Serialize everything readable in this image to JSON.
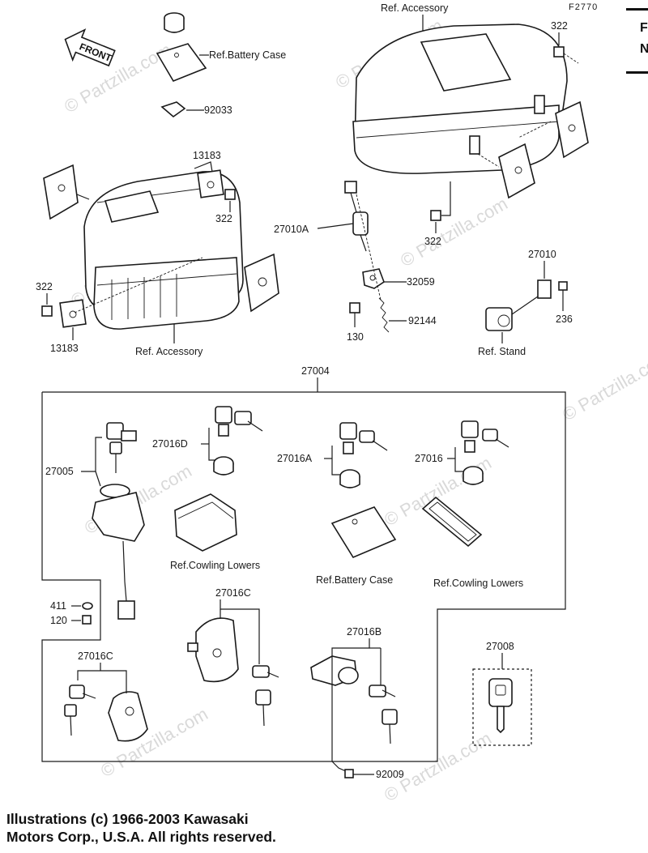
{
  "figure_code": "F2770",
  "corner_letters": [
    "F",
    "N"
  ],
  "front_arrow": "FRONT",
  "watermark": "© Partzilla.com",
  "copyright": {
    "line1": "Illustrations (c) 1966-2003 Kawasaki",
    "line2": "Motors Corp., U.S.A.  All rights reserved."
  },
  "labels": {
    "ref_accessory_top": "Ref. Accessory",
    "p322_a": "322",
    "ref_battery_case_top": "Ref.Battery Case",
    "p92033": "92033",
    "p13183_a": "13183",
    "p322_b": "322",
    "p322_c": "322",
    "p13183_b": "13183",
    "ref_accessory_left": "Ref. Accessory",
    "p27010A": "27010A",
    "p322_d": "322",
    "p32059": "32059",
    "p130": "130",
    "p92144": "92144",
    "p27010": "27010",
    "p236": "236",
    "ref_stand": "Ref. Stand",
    "p27004": "27004",
    "p27016D": "27016D",
    "p27016A": "27016A",
    "p27016": "27016",
    "p27005": "27005",
    "ref_cowling_lowers_a": "Ref.Cowling Lowers",
    "ref_battery_case_mid": "Ref.Battery Case",
    "ref_cowling_lowers_b": "Ref.Cowling Lowers",
    "p411": "411",
    "p120": "120",
    "p27016C_a": "27016C",
    "p27016C_b": "27016C",
    "p27016B": "27016B",
    "p27008": "27008",
    "p92009": "92009"
  }
}
